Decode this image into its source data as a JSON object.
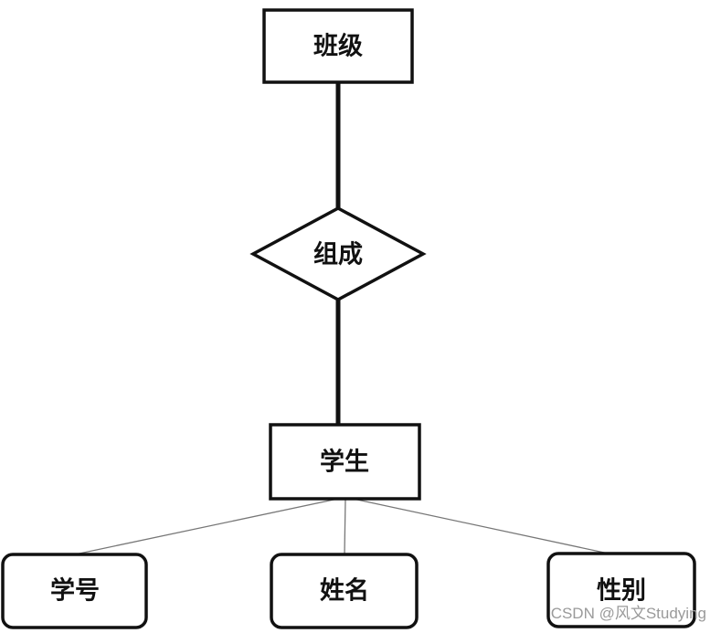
{
  "diagram": {
    "entities": {
      "class": "班级",
      "student": "学生"
    },
    "relationship": {
      "label": "组成"
    },
    "attributes": {
      "student_id": "学号",
      "name": "姓名",
      "gender": "性别"
    }
  },
  "watermark": "CSDN @风文Studying"
}
